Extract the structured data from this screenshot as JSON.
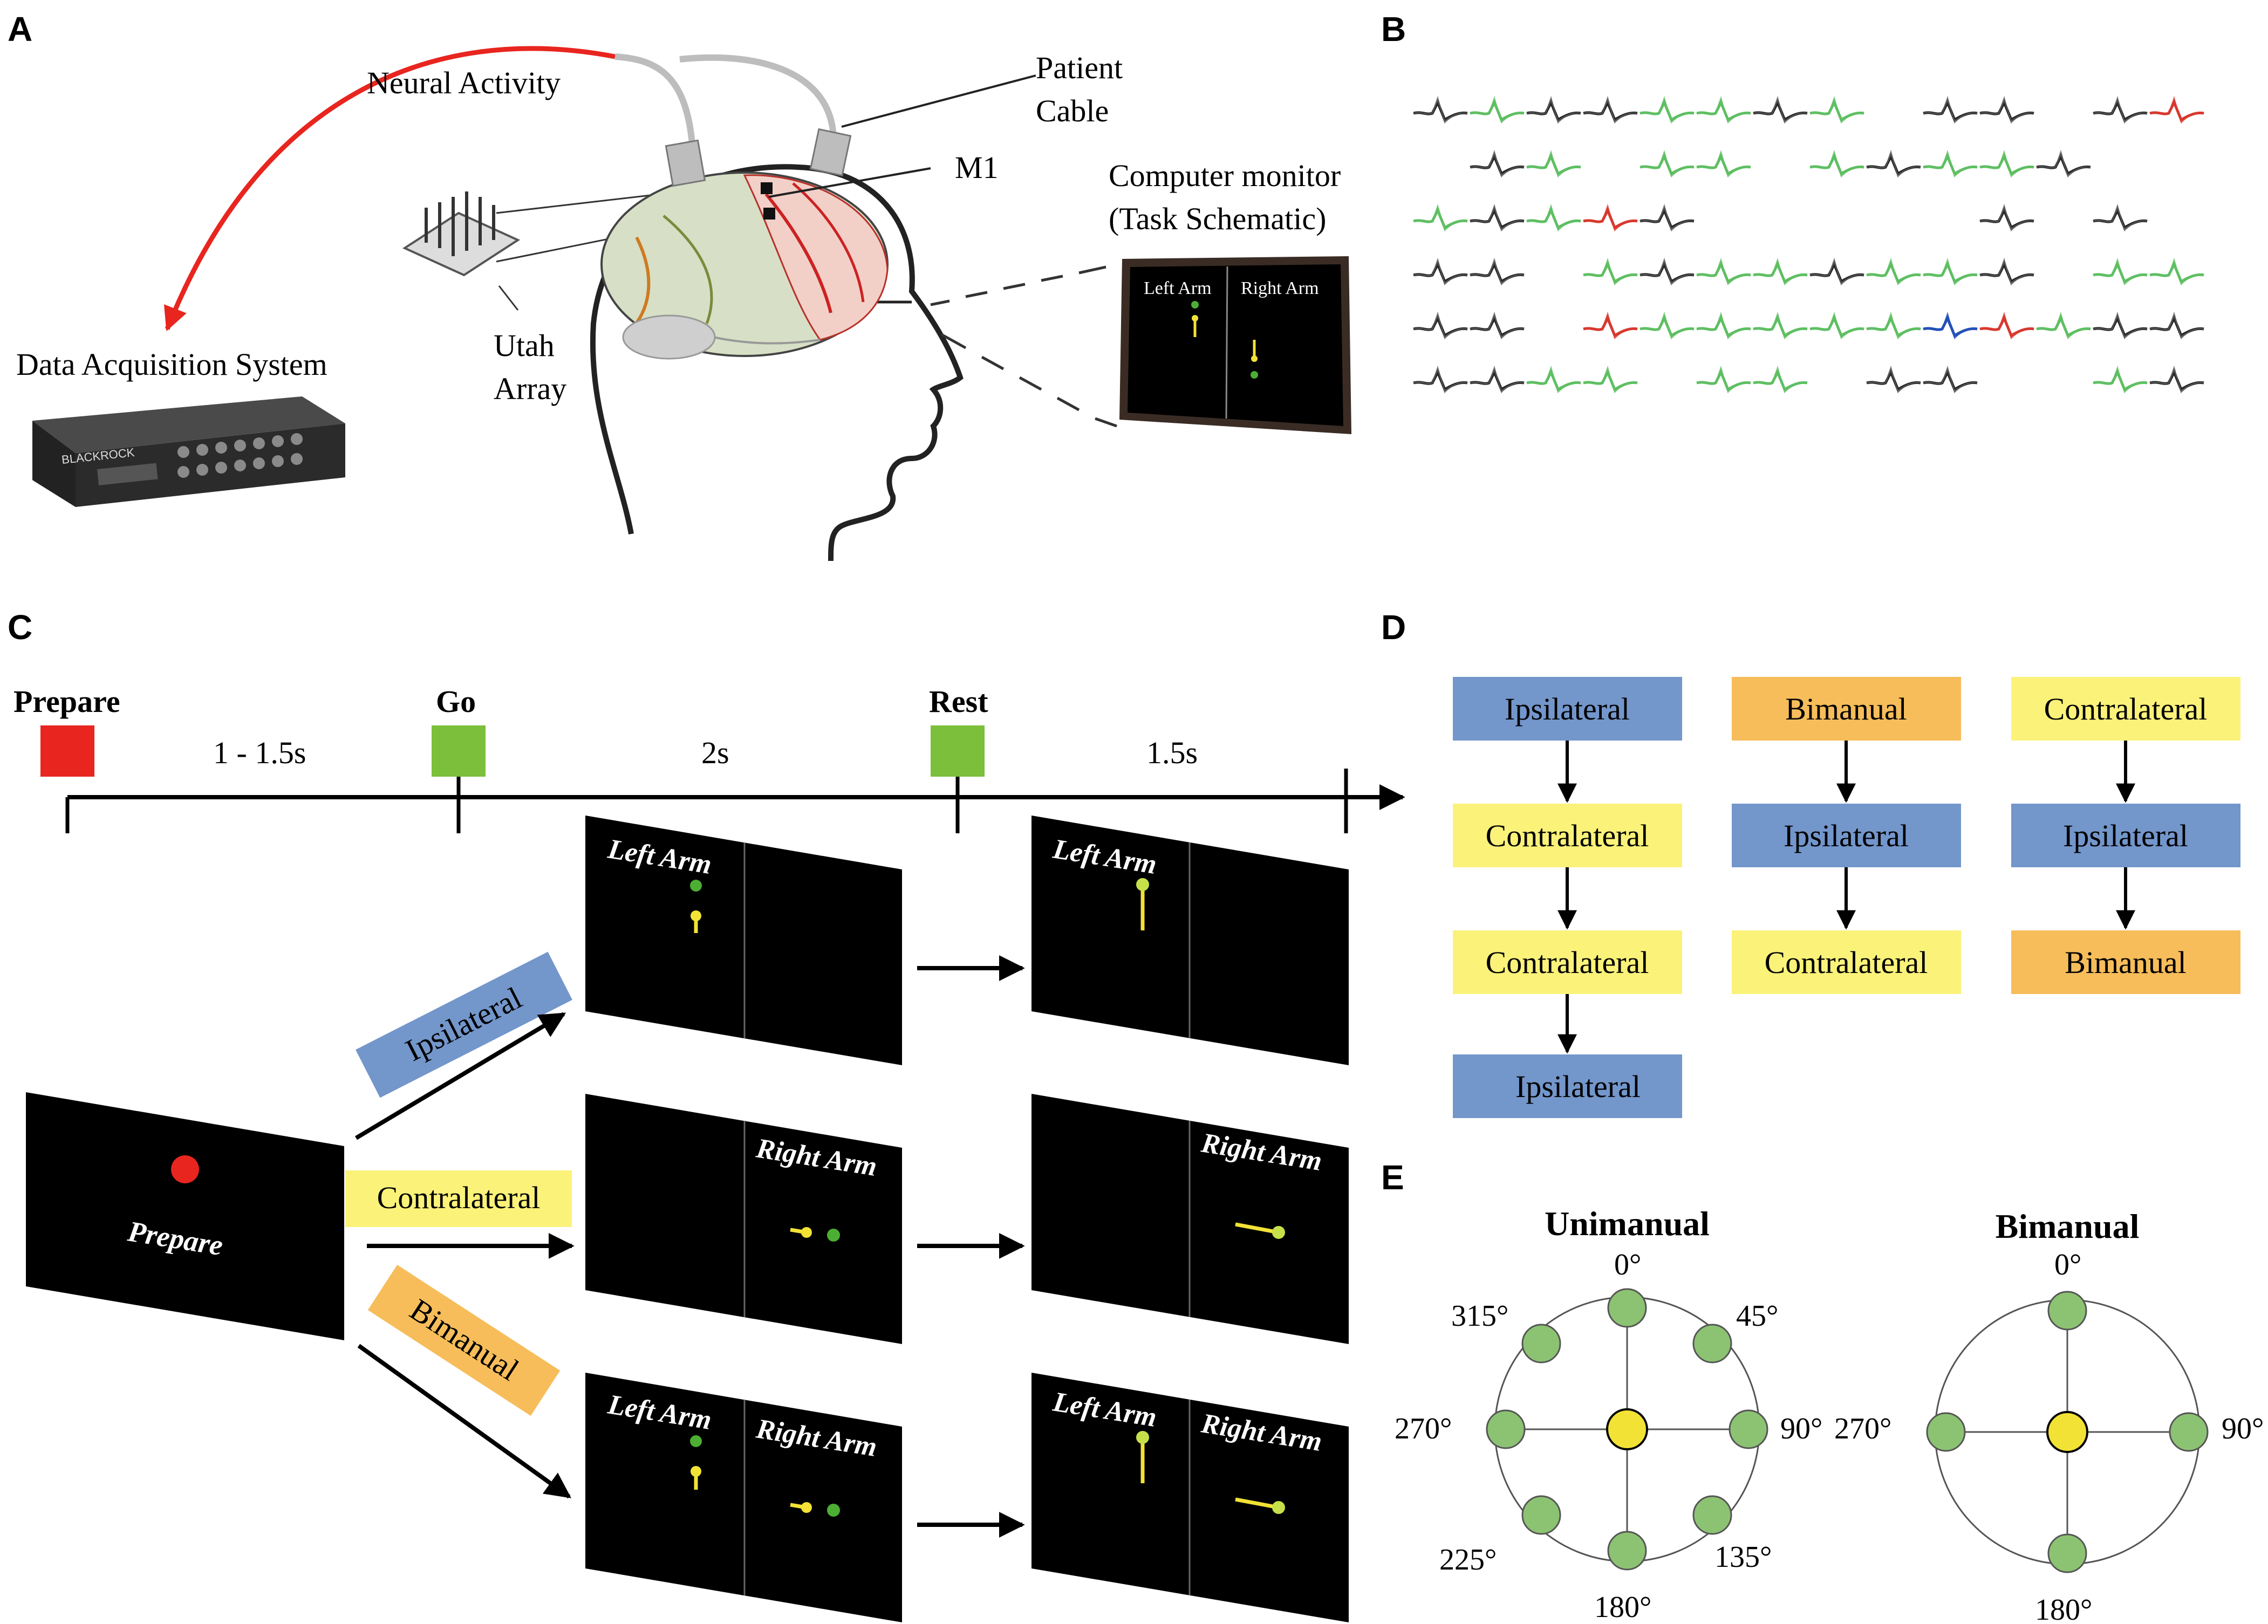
{
  "panels": {
    "a": "A",
    "b": "B",
    "c": "C",
    "d": "D",
    "e": "E"
  },
  "panel_a": {
    "neural_activity": "Neural Activity",
    "patient_cable_1": "Patient",
    "patient_cable_2": "Cable",
    "m1": "M1",
    "monitor_1": "Computer monitor",
    "monitor_2": "(Task Schematic)",
    "monitor_left": "Left Arm",
    "monitor_right": "Right Arm",
    "utah_1": "Utah",
    "utah_2": "Array",
    "daq": "Data Acquisition System",
    "device_brand": "BLACKROCK"
  },
  "panel_c": {
    "prepare": "Prepare",
    "go": "Go",
    "rest": "Rest",
    "dur1": "1 - 1.5s",
    "dur2": "2s",
    "dur3": "1.5s",
    "ipsilateral": "Ipsilateral",
    "contralateral": "Contralateral",
    "bimanual": "Bimanual",
    "prepare_screen": "Prepare",
    "left_arm": "Left Arm",
    "right_arm": "Right Arm"
  },
  "panel_d": {
    "col1": [
      "Ipsilateral",
      "Contralateral",
      "Contralateral",
      "Ipsilateral"
    ],
    "col2": [
      "Bimanual",
      "Ipsilateral",
      "Contralateral"
    ],
    "col3": [
      "Contralateral",
      "Ipsilateral",
      "Bimanual"
    ]
  },
  "panel_e": {
    "unimanual_title": "Unimanual",
    "bimanual_title": "Bimanual",
    "uni_angles": [
      "0°",
      "45°",
      "90°",
      "135°",
      "180°",
      "225°",
      "270°",
      "315°"
    ],
    "bi_angles": [
      "0°",
      "90°",
      "180°",
      "270°"
    ]
  },
  "colors": {
    "red": "#e8251f",
    "green": "#7bbf3a",
    "blue": "#7396cb",
    "yellow": "#fbf27a",
    "orange": "#f6bd5a",
    "target_green": "#8cc373",
    "center_yellow": "#f2e236"
  }
}
